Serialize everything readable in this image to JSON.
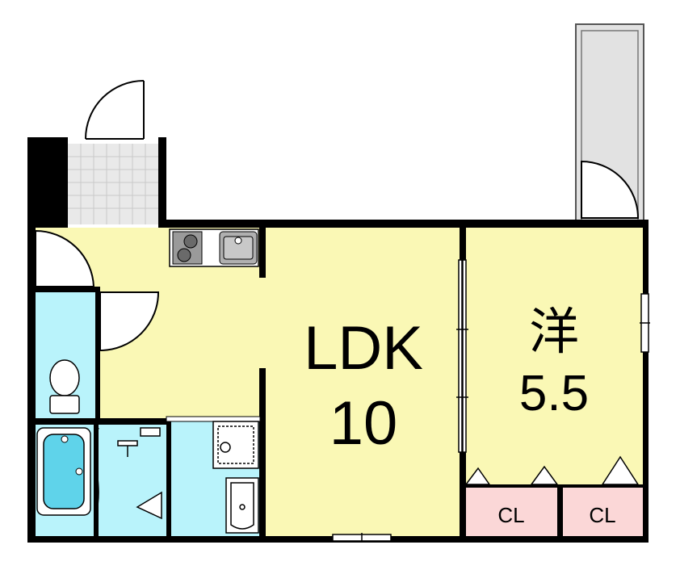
{
  "colors": {
    "living": "#faf8b5",
    "wet": "#b9f3fb",
    "closet": "#fbd7d7",
    "bath_tub": "#5fd3ea",
    "entry_tile": "#e9e9e9",
    "balcony": "#e2e2e2",
    "wall": "#000000"
  },
  "rooms": {
    "ldk": {
      "name": "LDK",
      "size": "10"
    },
    "western": {
      "name": "洋",
      "size": "5.5"
    }
  },
  "closets": [
    {
      "label": "CL"
    },
    {
      "label": "CL"
    }
  ],
  "icons": [
    "door-swing-icon",
    "stove-icon",
    "sink-icon",
    "toilet-icon",
    "bathtub-icon",
    "faucet-icon",
    "washbasin-icon",
    "washer-pan-icon"
  ]
}
